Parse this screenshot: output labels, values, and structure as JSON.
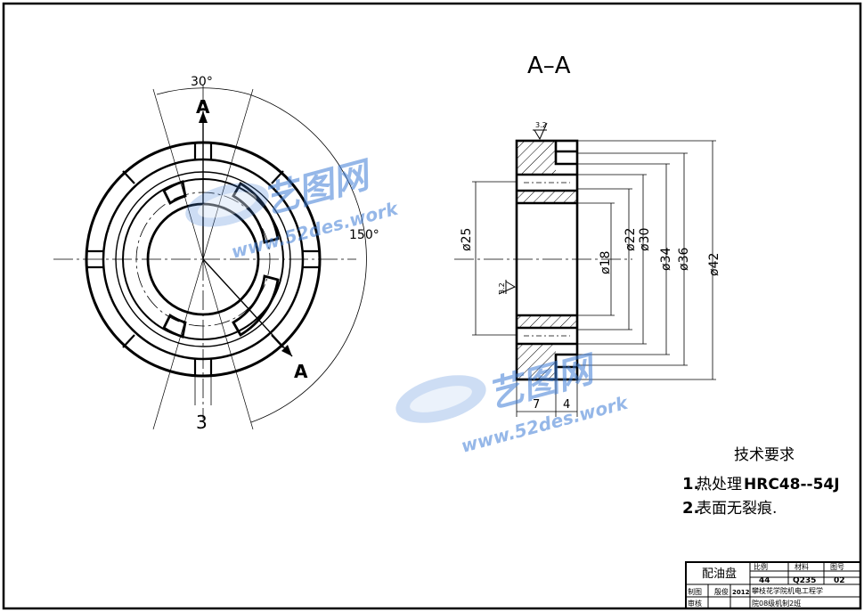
{
  "section_title": "A–A",
  "cut_label_top": "A",
  "cut_label_bottom": "A",
  "angle_small": "30°",
  "angle_large": "150°",
  "slot_width": "3",
  "roughness_top": "3.2",
  "roughness_left": "3.2",
  "dims": {
    "d25": "ø25",
    "d18": "ø18",
    "d22": "ø22",
    "d30": "ø30",
    "d34": "ø34",
    "d36": "ø36",
    "d42": "ø42",
    "len7": "7",
    "len4": "4"
  },
  "tech_req": {
    "title": "技术要求",
    "line1_num": "1.",
    "line1_text": "热处理",
    "line1_spec": "HRC48--54J",
    "line2_num": "2.",
    "line2_text": "表面无裂痕."
  },
  "title_block": {
    "part_name": "配油盘",
    "scale_label": "比例",
    "material_label": "材料",
    "drawing_no_label": "图号",
    "scale_value": "44",
    "material_value": "Q235",
    "drawing_no_value": "02",
    "drawn_label": "制图",
    "drawn_by": "殷俊",
    "date": "2012",
    "checked_label": "审核",
    "school_line1": "攀枝花学院机电工程学",
    "school_line2": "院08级机制2班"
  },
  "watermark": {
    "logo_text": "艺图网",
    "url_text": "www.52des.work"
  }
}
